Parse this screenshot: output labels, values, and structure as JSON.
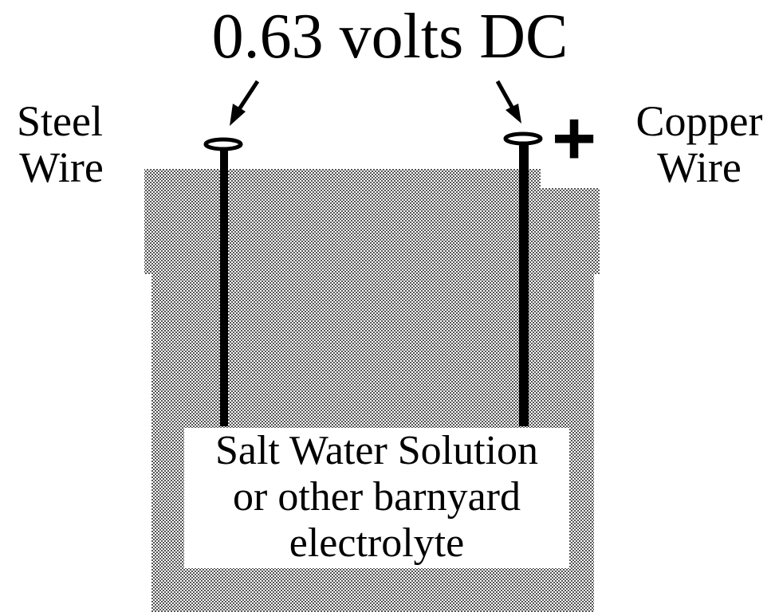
{
  "voltage_label": "0.63 volts DC",
  "left_electrode": {
    "label_line1": "Steel",
    "label_line2": "Wire"
  },
  "right_electrode": {
    "label_line1": "Copper",
    "label_line2": "Wire",
    "polarity": "+"
  },
  "electrolyte": {
    "line1": "Salt Water Solution",
    "line2": "or other barnyard",
    "line3": "electrolyte"
  },
  "colors": {
    "background": "#ffffff",
    "ink": "#000000",
    "container_fill": "#8a8a8a"
  }
}
